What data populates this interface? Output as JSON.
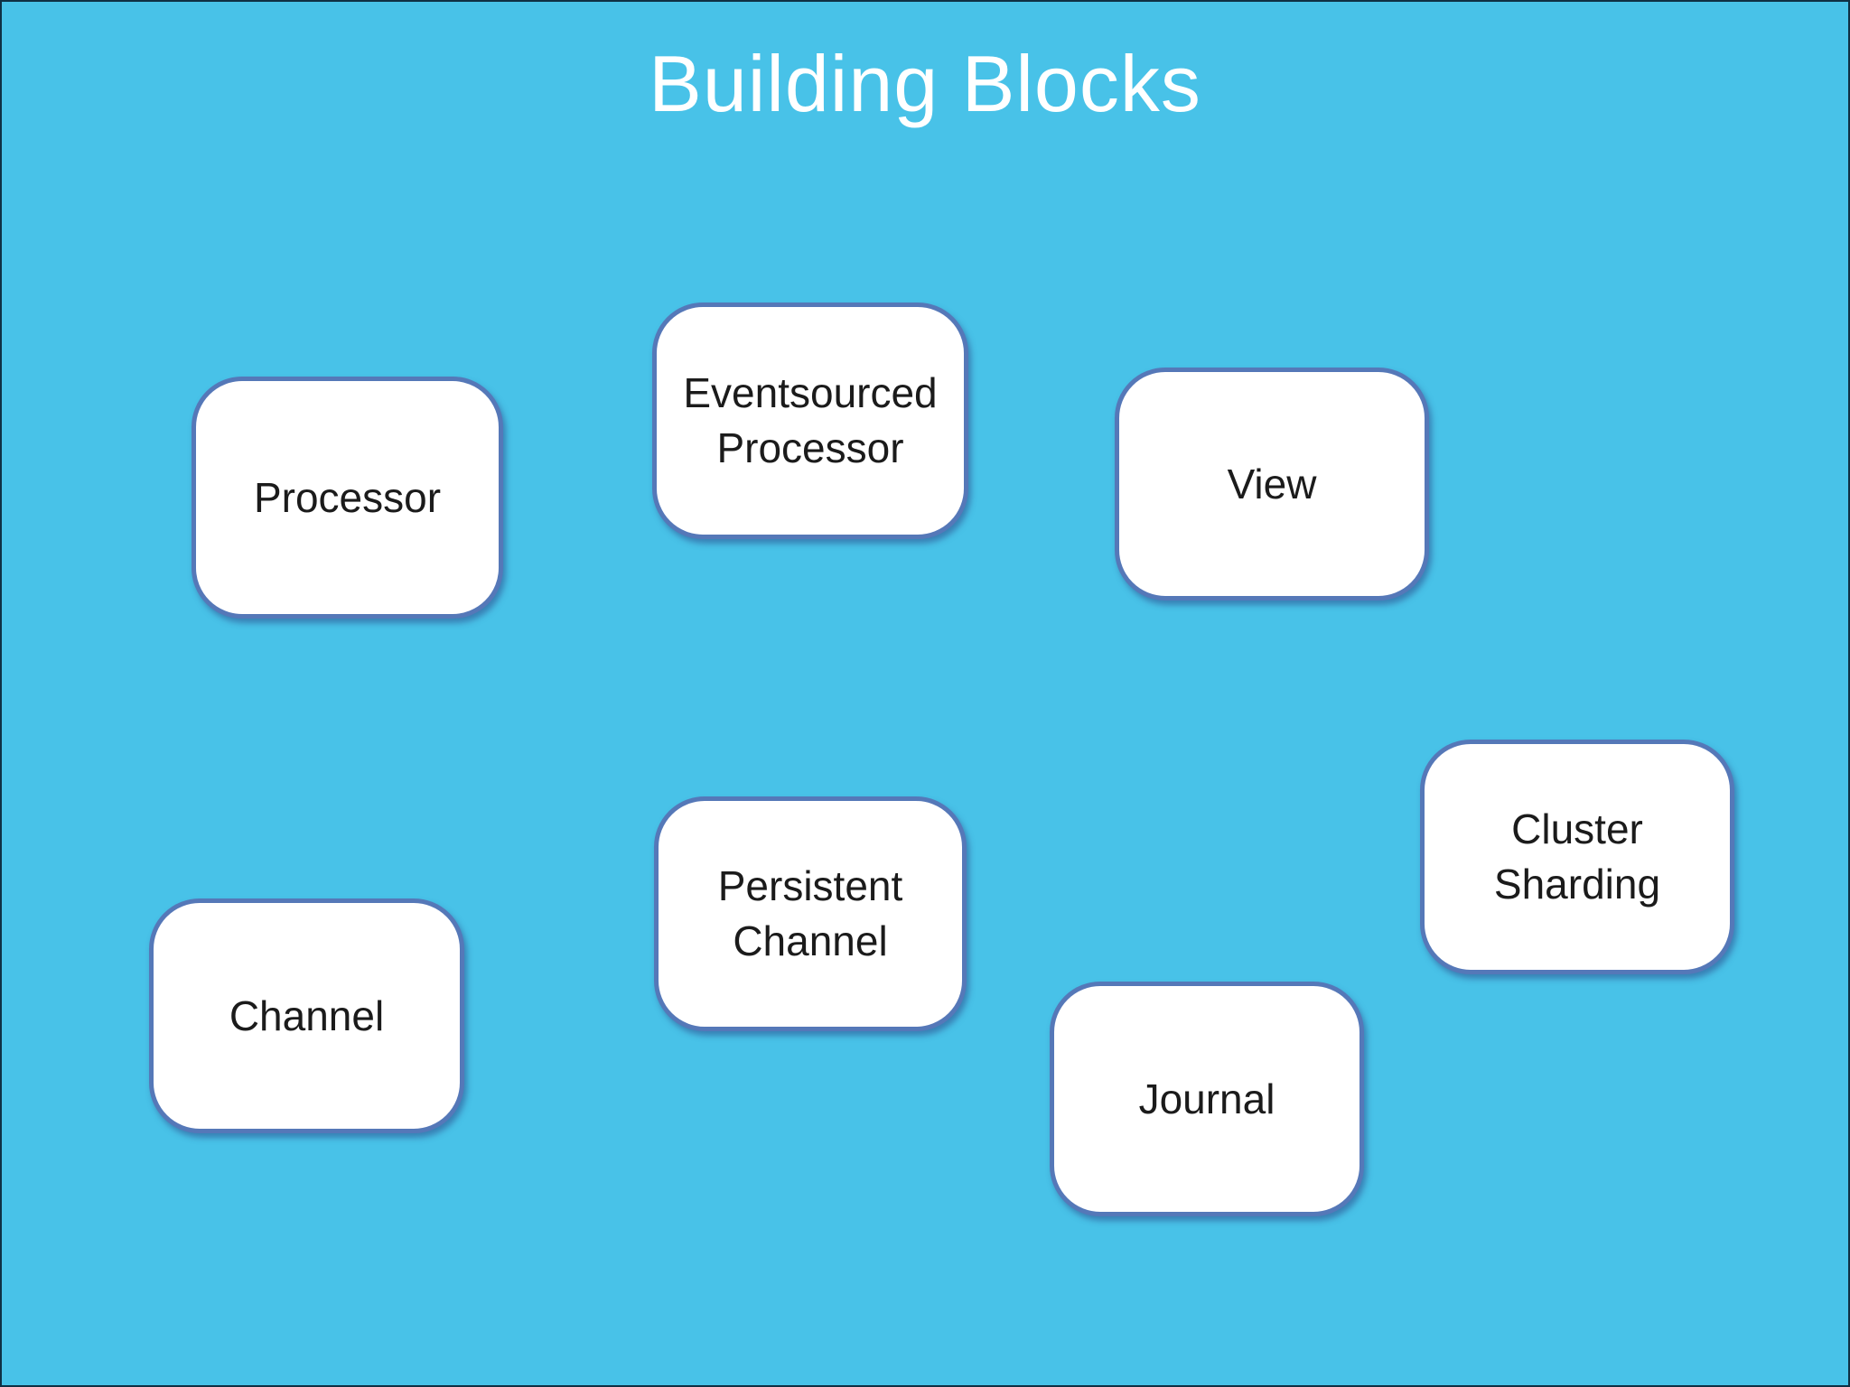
{
  "slide": {
    "title": "Building Blocks",
    "colors": {
      "background": "#48c2e8",
      "box_border": "#5578b8",
      "box_fill": "#ffffff",
      "title_color": "#ffffff",
      "text_color": "#1b1b1b",
      "edge_frame": "#0f3044"
    },
    "blocks": [
      {
        "label": "Processor"
      },
      {
        "label": "Eventsourced Processor"
      },
      {
        "label": "View"
      },
      {
        "label": "Channel"
      },
      {
        "label": "Persistent Channel"
      },
      {
        "label": "Journal"
      },
      {
        "label": "Cluster Sharding"
      }
    ]
  }
}
